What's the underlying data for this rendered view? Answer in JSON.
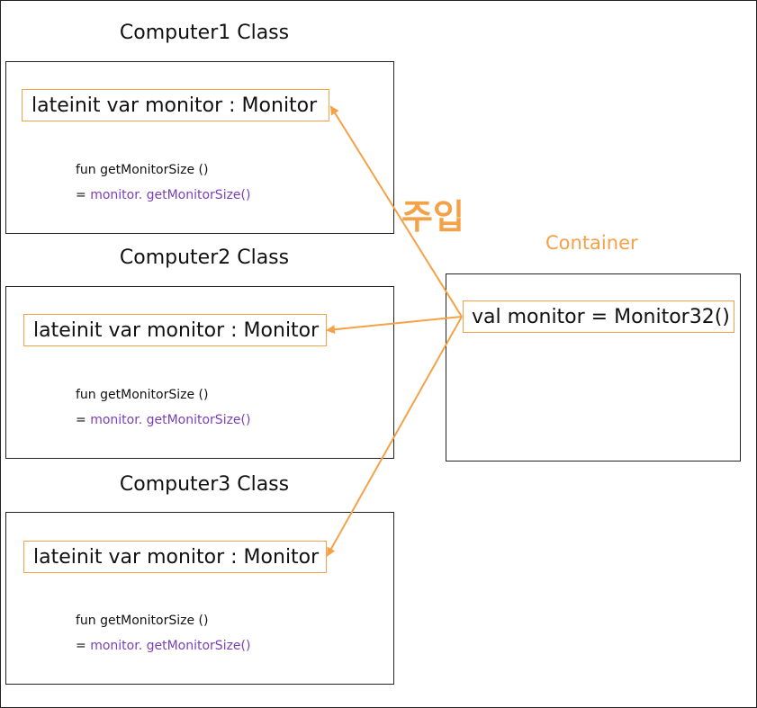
{
  "classes": [
    {
      "title": "Computer1 Class",
      "declaration": "lateinit var monitor : Monitor",
      "fun_line": "fun getMonitorSize ()",
      "eq": "= ",
      "call_obj": "monitor",
      "dot": ". ",
      "call_fn": "getMonitorSize()"
    },
    {
      "title": "Computer2 Class",
      "declaration": "lateinit var monitor : Monitor",
      "fun_line": "fun getMonitorSize ()",
      "eq": "= ",
      "call_obj": "monitor",
      "dot": ". ",
      "call_fn": "getMonitorSize()"
    },
    {
      "title": "Computer3 Class",
      "declaration": "lateinit var monitor : Monitor",
      "fun_line": "fun getMonitorSize ()",
      "eq": "= ",
      "call_obj": "monitor",
      "dot": ". ",
      "call_fn": "getMonitorSize()"
    }
  ],
  "inject_label": "주입",
  "container": {
    "title": "Container",
    "declaration": "val monitor = Monitor32()"
  },
  "colors": {
    "accent": "#f5a147",
    "code_purple": "#7b3fb5",
    "border": "#222222"
  }
}
